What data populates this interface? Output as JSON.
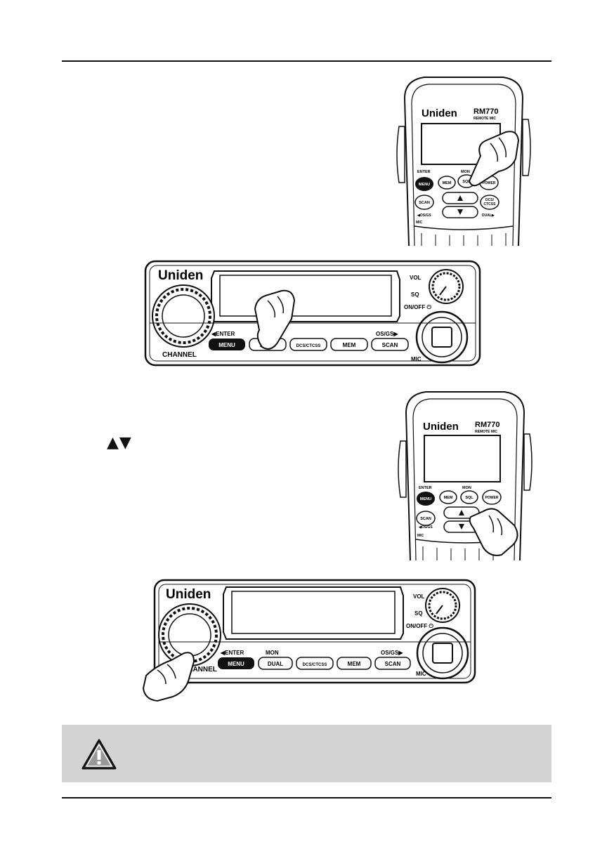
{
  "arrows_text": "▲▼",
  "remote": {
    "brand": "Uniden",
    "model": "RM770",
    "model_sub": "REMOTE MIC",
    "enter": "ENTER",
    "mon": "MON",
    "menu": "MENU",
    "mem": "MEM",
    "sql": "SQL",
    "power": "POWER",
    "scan": "SCAN",
    "dcs1": "DCS/",
    "dcs2": "CTCSS",
    "osgs": "◀OS/GS",
    "dual": "DUAL▶",
    "mic": "MIC"
  },
  "radio": {
    "brand": "Uniden",
    "vol": "VOL",
    "sq": "SQ",
    "onoff": "ON/OFF ⏻",
    "enter": "◀ENTER",
    "mon": "MON",
    "osgs": "OS/GS▶",
    "channel": "CHANNEL",
    "mic": "MIC",
    "menu": "MENU",
    "dual": "DUAL",
    "dcs": "DCS/CTCSS",
    "mem": "MEM",
    "scan": "SCAN"
  },
  "colors": {
    "warning_bg": "#d3d3d3",
    "ink": "#111111"
  },
  "icons": [
    "warning-triangle-icon",
    "pointing-hand-icon"
  ]
}
